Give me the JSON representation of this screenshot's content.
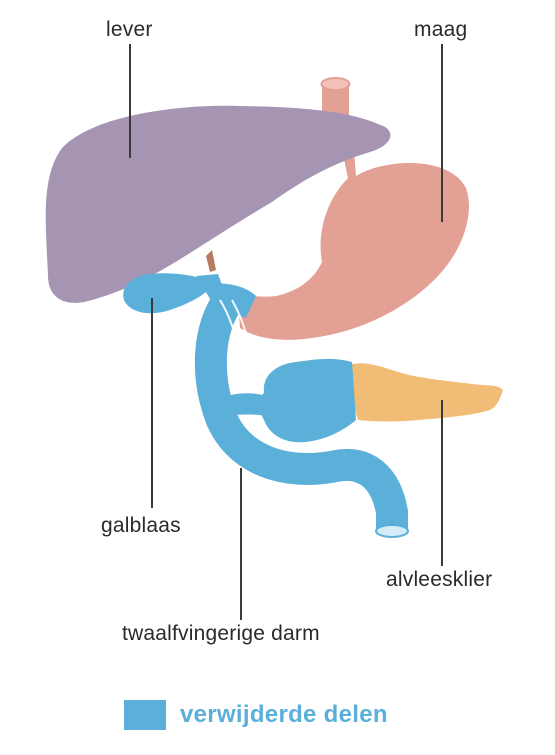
{
  "labels": {
    "liver": "lever",
    "stomach": "maag",
    "gallbladder": "galblaas",
    "pancreas": "alvleesklier",
    "duodenum": "twaalfvingerige darm"
  },
  "legend": {
    "text": "verwijderde delen",
    "color": "#5bb0da"
  },
  "colors": {
    "liver": "#a595b3",
    "stomach": "#e3a095",
    "removed": "#5bb0da",
    "pancreas": "#f0bc76",
    "bile_duct": "#b87a62",
    "leader": "#3a3a3a",
    "outline": "#2c2c2c"
  }
}
